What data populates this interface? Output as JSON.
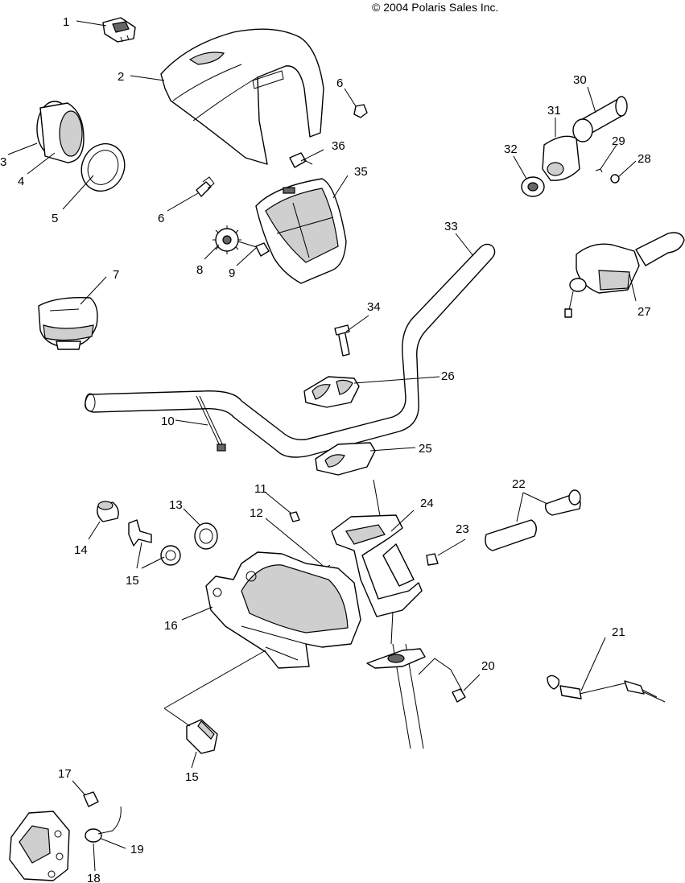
{
  "copyright": "© 2004 Polaris Sales Inc.",
  "callouts": [
    "1",
    "2",
    "3",
    "4",
    "5",
    "6",
    "6",
    "7",
    "8",
    "9",
    "10",
    "11",
    "12",
    "13",
    "14",
    "15",
    "15",
    "16",
    "17",
    "18",
    "19",
    "20",
    "21",
    "22",
    "23",
    "24",
    "25",
    "26",
    "27",
    "28",
    "29",
    "30",
    "31",
    "32",
    "33",
    "34",
    "35",
    "36"
  ]
}
